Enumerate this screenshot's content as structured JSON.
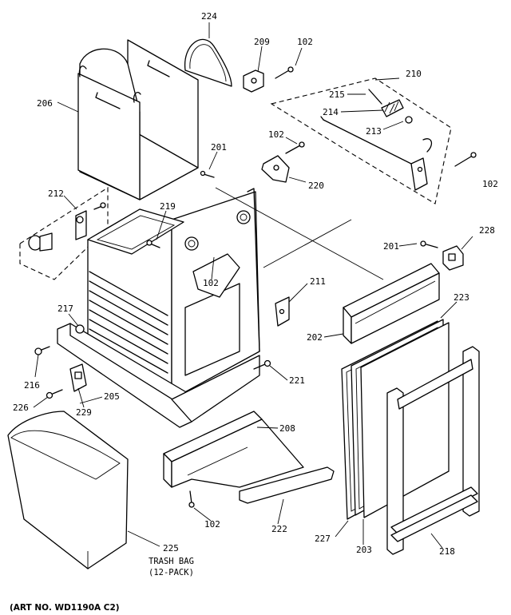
{
  "callouts": {
    "c224": "224",
    "c209": "209",
    "c102a": "102",
    "c206": "206",
    "c210": "210",
    "c215": "215",
    "c214": "214",
    "c213": "213",
    "c201a": "201",
    "c102b": "102",
    "c102c": "102",
    "c220": "220",
    "c212": "212",
    "c219": "219",
    "c228": "228",
    "c201b": "201",
    "c102d": "102",
    "c211": "211",
    "c217": "217",
    "c223": "223",
    "c202": "202",
    "c216": "216",
    "c221": "221",
    "c226": "226",
    "c229": "229",
    "c205": "205",
    "c208": "208",
    "c102e": "102",
    "c222": "222",
    "c225": "225",
    "c227": "227",
    "c203": "203",
    "c218": "218"
  },
  "captions": {
    "trash_bag_line1": "TRASH BAG",
    "trash_bag_line2": "(12-PACK)",
    "art_no": "(ART NO. WD1190A C2)"
  }
}
